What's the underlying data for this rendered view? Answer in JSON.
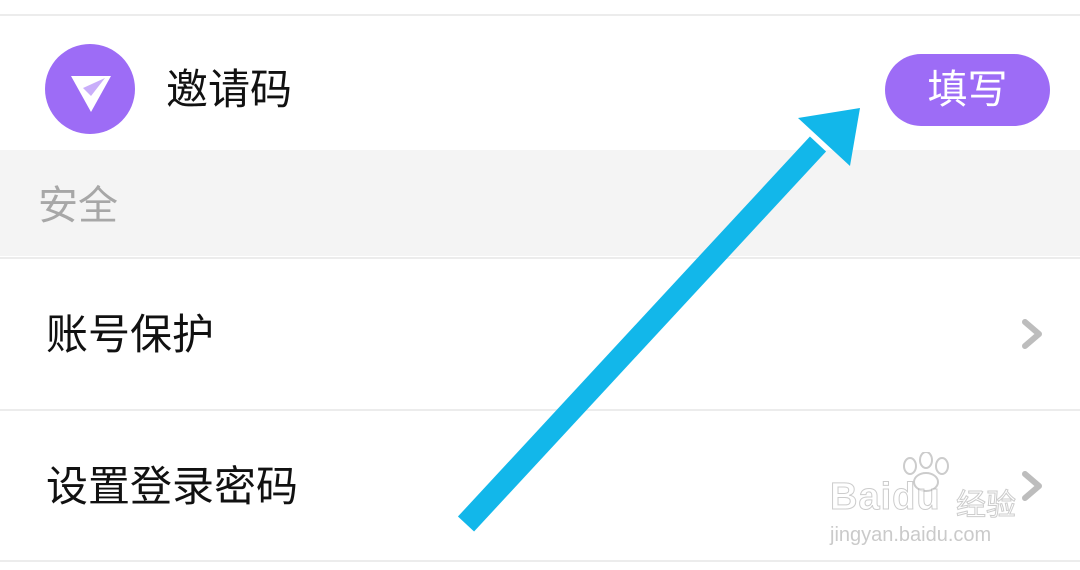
{
  "invite": {
    "label": "邀请码",
    "icon": "paper-plane-icon",
    "button_label": "填写"
  },
  "security": {
    "section_title": "安全",
    "items": [
      {
        "label": "账号保护",
        "icon": "chevron-right-icon"
      },
      {
        "label": "设置登录密码",
        "icon": "chevron-right-icon"
      }
    ]
  },
  "watermark": {
    "logo": "Baidu",
    "logo_cn": "经验",
    "url": "jingyan.baidu.com"
  },
  "colors": {
    "accent": "#9d6cf6",
    "arrow": "#12b7ea",
    "section_bg": "#f4f4f4",
    "divider": "#ececec"
  }
}
